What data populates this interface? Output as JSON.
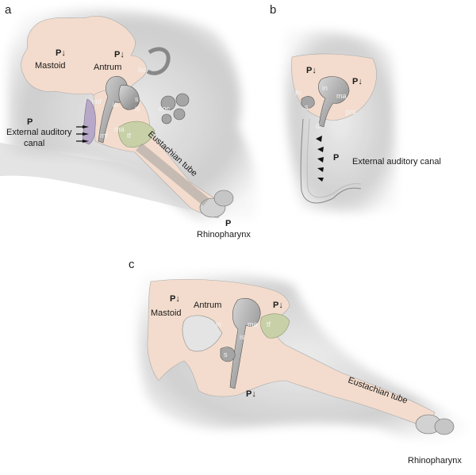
{
  "panels": {
    "a": {
      "letter": "a",
      "labels": {
        "mastoid": "Mastoid",
        "antrum": "Antrum",
        "p_mastoid": "P↓",
        "p_antrum": "P↓",
        "p_canal": "P",
        "external_canal": "External auditory\ncanal",
        "eustachian": "Eustachian tube",
        "p_rhino": "P",
        "rhinopharynx": "Rhinopharynx",
        "lsc": "lsc",
        "imf": "imf",
        "in": "in",
        "s": "s",
        "is": "is",
        "coc": "coc",
        "ma": "ma",
        "tf": "tf",
        "mf": "mf"
      }
    },
    "b": {
      "letter": "b",
      "labels": {
        "p_left": "P↓",
        "p_right": "P↓",
        "fn": "fn",
        "s": "s",
        "in": "in",
        "ma": "ma",
        "prs": "prs",
        "d": "d",
        "p_canal": "P",
        "external_canal": "External auditory canal"
      }
    },
    "c": {
      "letter": "c",
      "labels": {
        "antrum": "Antrum",
        "mastoid": "Mastoid",
        "p_mastoid": "P↓",
        "p_antrum": "P↓",
        "p_middle": "P↓",
        "in": "in",
        "ma": "ma",
        "tf": "tf",
        "is": "is",
        "s": "s",
        "eustachian": "Eustachian tube",
        "rhinopharynx": "Rhinopharynx"
      }
    }
  },
  "colors": {
    "cavity": "#f3dccd",
    "bone_shadow": "#b9b9b9",
    "ossicle": "#9a9a9a",
    "membrane_purple": "#b7a8c8",
    "membrane_green": "#c8d0a8",
    "line": "#555555"
  }
}
